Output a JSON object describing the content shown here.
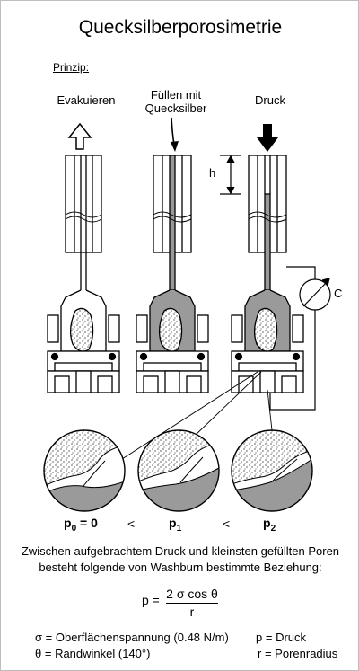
{
  "title": "Quecksilberporosimetrie",
  "prinzip": "Prinzip:",
  "stages": [
    {
      "label_lines": [
        "Evakuieren"
      ]
    },
    {
      "label_lines": [
        "Füllen mit",
        "Quecksilber"
      ]
    },
    {
      "label_lines": [
        "Druck"
      ]
    }
  ],
  "h_label": "h",
  "c_label": "C",
  "pressures": {
    "p0": "p",
    "p0_sub": "0",
    "p0_eq": "= 0",
    "lt1": "<",
    "p1": "p",
    "p1_sub": "1",
    "lt2": "<",
    "p2": "p",
    "p2_sub": "2"
  },
  "description": {
    "line1": "Zwischen aufgebrachtem Druck und kleinsten gefüllten Poren",
    "line2": "besteht folgende von Washburn bestimmte Beziehung:"
  },
  "formula": {
    "lhs": "p =",
    "numerator": "2 σ cos θ",
    "denominator": "r"
  },
  "legend": [
    {
      "sym": "σ",
      "text": "= Oberflächenspannung (0.48 N/m)"
    },
    {
      "sym": "θ",
      "text": "= Randwinkel (140°)"
    },
    {
      "sym": "p",
      "text": "= Druck"
    },
    {
      "sym": "r",
      "text": "= Porenradius"
    }
  ],
  "colors": {
    "mercury": "#9a9a9a",
    "line": "#000000",
    "background": "#ffffff"
  }
}
